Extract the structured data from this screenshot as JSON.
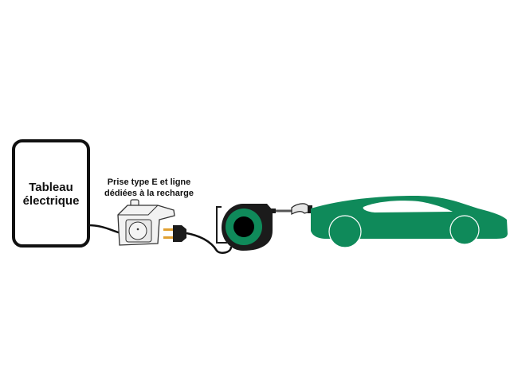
{
  "diagram": {
    "panel": {
      "label_line1": "Tableau",
      "label_line2": "électrique"
    },
    "outlet": {
      "label_line1": "Prise type E et ligne",
      "label_line2": "dédiées à la recharge"
    },
    "colors": {
      "accent_green": "#0f8a5a",
      "dark": "#1b1b1b",
      "plug_pin": "#e0a030"
    },
    "icons": [
      "electrical-panel-icon",
      "type-e-outlet-icon",
      "plug-icon",
      "cable-reel-icon",
      "charging-connector-icon",
      "electric-car-icon"
    ]
  }
}
